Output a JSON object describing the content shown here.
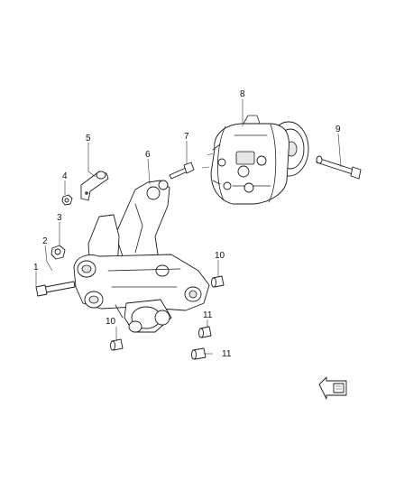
{
  "callouts": {
    "c1": "1",
    "c2": "2",
    "c3": "3",
    "c4": "4",
    "c5": "5",
    "c6": "6",
    "c7": "7",
    "c8": "8",
    "c9": "9",
    "c10a": "10",
    "c10b": "10",
    "c11a": "11",
    "c11b": "11"
  },
  "icons": {
    "front_arrow": "front-direction-arrow-icon"
  }
}
